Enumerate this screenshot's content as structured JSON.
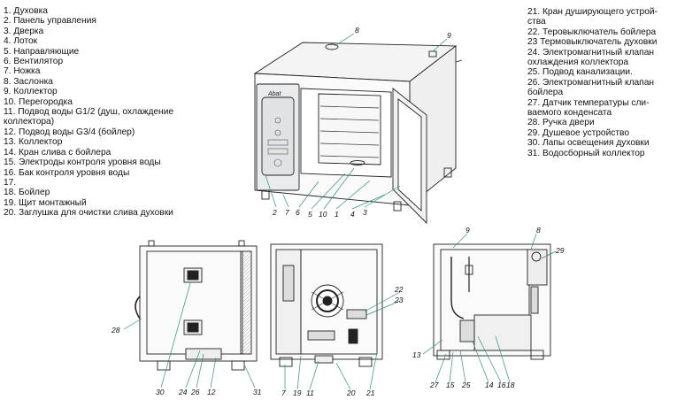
{
  "legend_left": [
    "1. Духовка",
    "2. Панель управления",
    "3. Дверка",
    "4. Лоток",
    "5. Направляющие",
    "6. Вентилятор",
    "7. Ножка",
    "8. Заслонка",
    "9. Коллектор",
    "10. Перегородка",
    "11. Подвод воды G1/2 (душ, охлаждение",
    "коллектора)",
    "12. Подвод воды G3/4 (бойлер)",
    "13. Коллектор",
    "14. Кран слива с бойлера",
    "15. Электроды контроля уровня воды",
    "16. Бак контроля уровня воды",
    "17.",
    "18. Бойлер",
    "19. Щит монтажный",
    "20. Заглушка для очистки слива духовки"
  ],
  "legend_right": [
    "21. Кран душирующего устрой-",
    "ства",
    "22. Теровыключатель бойлера",
    "23 Термовыключатель духовки",
    "24. Электромагнитный клапан",
    "охлаждения коллектора",
    "25. Подвод канализации.",
    "26. Электромагнитный клапан",
    "бойлера",
    "27. Датчик температуры сли-",
    "ваемого конденсата",
    "28. Ручка двери",
    "29. Душевое устройство",
    "30. Лапы освещения духовки",
    "31. Водосборный коллектор"
  ],
  "brand_text": "Abat",
  "callouts": {
    "top": [
      "8",
      "9",
      "2",
      "7",
      "6",
      "5",
      "10",
      "1",
      "4",
      "3"
    ],
    "view_left": [
      "28",
      "30",
      "24",
      "26",
      "12",
      "31"
    ],
    "view_front": [
      "22",
      "23",
      "7",
      "19",
      "11",
      "20",
      "21"
    ],
    "view_right": [
      "9",
      "8",
      "29",
      "13",
      "27",
      "15",
      "25",
      "14",
      "16",
      "18"
    ]
  },
  "colors": {
    "line": "#222222",
    "leader": "#2f8f86",
    "panel": "#e6eaea"
  }
}
